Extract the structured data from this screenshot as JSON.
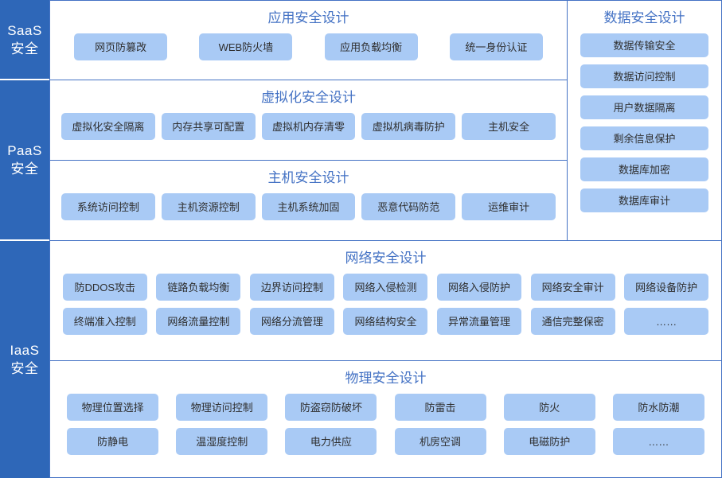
{
  "rail": {
    "items": [
      {
        "name": "saas",
        "line1": "SaaS",
        "line2": "安全"
      },
      {
        "name": "paas",
        "line1": "PaaS",
        "line2": "安全"
      },
      {
        "name": "iaas",
        "line1": "IaaS",
        "line2": "安全"
      }
    ]
  },
  "colors": {
    "rail_bg": "#2e67b8",
    "panel_border": "#4472c4",
    "title_text": "#4472c4",
    "chip_bg": "#a9caf5",
    "chip_text": "#2f2f2f",
    "page_bg": "#ffffff"
  },
  "panels": {
    "application": {
      "title": "应用安全设计",
      "rows": [
        [
          "网页防篡改",
          "WEB防火墙",
          "应用负载均衡",
          "统一身份认证"
        ]
      ]
    },
    "virtualization": {
      "title": "虚拟化安全设计",
      "rows": [
        [
          "虚拟化安全隔离",
          "内存共享可配置",
          "虚拟机内存清零",
          "虚拟机病毒防护",
          "主机安全"
        ]
      ]
    },
    "host": {
      "title": "主机安全设计",
      "rows": [
        [
          "系统访问控制",
          "主机资源控制",
          "主机系统加固",
          "恶意代码防范",
          "运维审计"
        ]
      ]
    },
    "data": {
      "title": "数据安全设计",
      "items": [
        "数据传输安全",
        "数据访问控制",
        "用户数据隔离",
        "剩余信息保护",
        "数据库加密",
        "数据库审计"
      ]
    },
    "network": {
      "title": "网络安全设计",
      "rows": [
        [
          "防DDOS攻击",
          "链路负载均衡",
          "边界访问控制",
          "网络入侵检测",
          "网络入侵防护",
          "网络安全审计",
          "网络设备防护"
        ],
        [
          "终端准入控制",
          "网络流量控制",
          "网络分流管理",
          "网络结构安全",
          "异常流量管理",
          "通信完整保密",
          "……"
        ]
      ]
    },
    "physical": {
      "title": "物理安全设计",
      "rows": [
        [
          "物理位置选择",
          "物理访问控制",
          "防盗窃防破坏",
          "防雷击",
          "防火",
          "防水防潮"
        ],
        [
          "防静电",
          "温湿度控制",
          "电力供应",
          "机房空调",
          "电磁防护",
          "……"
        ]
      ]
    }
  }
}
